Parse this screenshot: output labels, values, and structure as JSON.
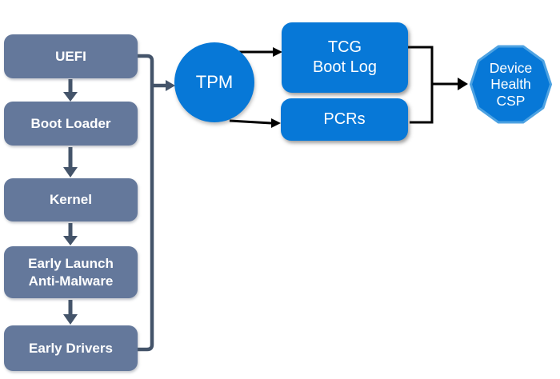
{
  "colors": {
    "background": "#ffffff",
    "box-slate": "#64789b",
    "line-dark": "#44546a",
    "accent-blue": "#0778d7",
    "decagon-border": "#4da2e2",
    "arrow-black": "#000000",
    "text-white": "#ffffff"
  },
  "boot_chain": {
    "uefi": "UEFI",
    "boot_loader": "Boot Loader",
    "kernel": "Kernel",
    "early_launch_anti_malware": "Early Launch\nAnti-Malware",
    "early_drivers": "Early Drivers"
  },
  "tpm": {
    "label": "TPM"
  },
  "measurements": {
    "tcg_boot_log": "TCG\nBoot Log",
    "pcrs": "PCRs"
  },
  "attestation": {
    "device_health_csp": "Device\nHealth\nCSP"
  }
}
